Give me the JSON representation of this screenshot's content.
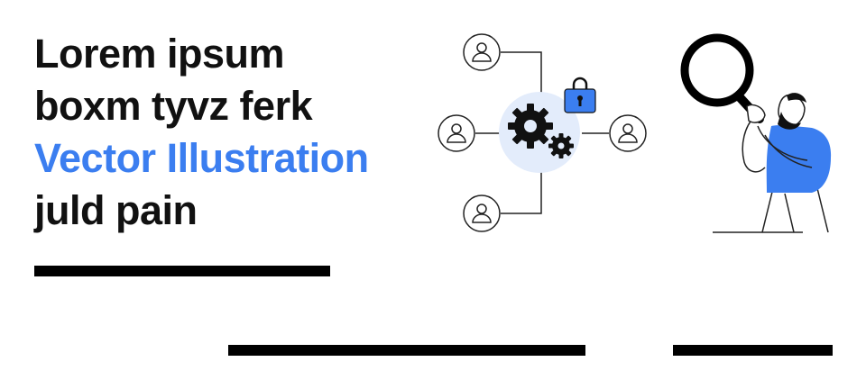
{
  "headline": {
    "line_1": "Lorem ipsum",
    "line_2": "boxm tyvz ferk",
    "line_3": "Vector Illustration",
    "line_4": "juld pain"
  },
  "colors": {
    "text": "#111111",
    "accent": "#3b7ef0",
    "bar": "#000000",
    "gear_bg": "#e3ecfb",
    "stroke": "#222222"
  },
  "illustration": {
    "icons": [
      "user-icon",
      "gear-icon",
      "lock-icon",
      "magnifier-icon",
      "person-icon"
    ]
  }
}
